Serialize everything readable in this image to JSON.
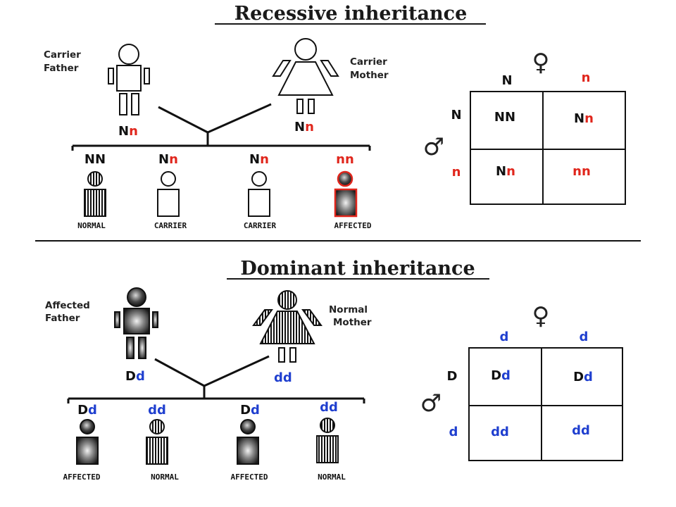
{
  "colors": {
    "recessive": "#e0261c",
    "dominant": "#1f3fcf",
    "normal": "#111111"
  },
  "recessive": {
    "title": "Recessive inheritance",
    "father": {
      "label_line1": "Carrier",
      "label_line2": "Father",
      "allele_a": "N",
      "allele_b": "n"
    },
    "mother": {
      "label_line1": "Carrier",
      "label_line2": "Mother",
      "allele_a": "N",
      "allele_b": "n"
    },
    "children": [
      {
        "allele_a": "N",
        "allele_b": "N",
        "status": "NORMAL"
      },
      {
        "allele_a": "N",
        "allele_b": "n",
        "status": "CARRIER"
      },
      {
        "allele_a": "N",
        "allele_b": "n",
        "status": "CARRIER"
      },
      {
        "allele_a": "n",
        "allele_b": "n",
        "status": "AFFECTED"
      }
    ],
    "punnett": {
      "female_symbol": "♀",
      "male_symbol": "♂",
      "col_headers": [
        "N",
        "n"
      ],
      "row_headers": [
        "N",
        "n"
      ],
      "cells": [
        [
          {
            "a": "N",
            "b": "N"
          },
          {
            "a": "N",
            "b": "n"
          }
        ],
        [
          {
            "a": "N",
            "b": "n"
          },
          {
            "a": "n",
            "b": "n"
          }
        ]
      ]
    }
  },
  "dominant": {
    "title": "Dominant inheritance",
    "father": {
      "label_line1": "Affected",
      "label_line2": "Father",
      "allele_a": "D",
      "allele_b": "d"
    },
    "mother": {
      "label_line1": "Normal",
      "label_line2": "Mother",
      "allele_a": "d",
      "allele_b": "d"
    },
    "children": [
      {
        "allele_a": "D",
        "allele_b": "d",
        "status": "AFFECTED"
      },
      {
        "allele_a": "d",
        "allele_b": "d",
        "status": "NORMAL"
      },
      {
        "allele_a": "D",
        "allele_b": "d",
        "status": "AFFECTED"
      },
      {
        "allele_a": "d",
        "allele_b": "d",
        "status": "NORMAL"
      }
    ],
    "punnett": {
      "female_symbol": "♀",
      "male_symbol": "♂",
      "col_headers": [
        "d",
        "d"
      ],
      "row_headers": [
        "D",
        "d"
      ],
      "cells": [
        [
          {
            "a": "D",
            "b": "d"
          },
          {
            "a": "D",
            "b": "d"
          }
        ],
        [
          {
            "a": "d",
            "b": "d"
          },
          {
            "a": "d",
            "b": "d"
          }
        ]
      ]
    }
  }
}
